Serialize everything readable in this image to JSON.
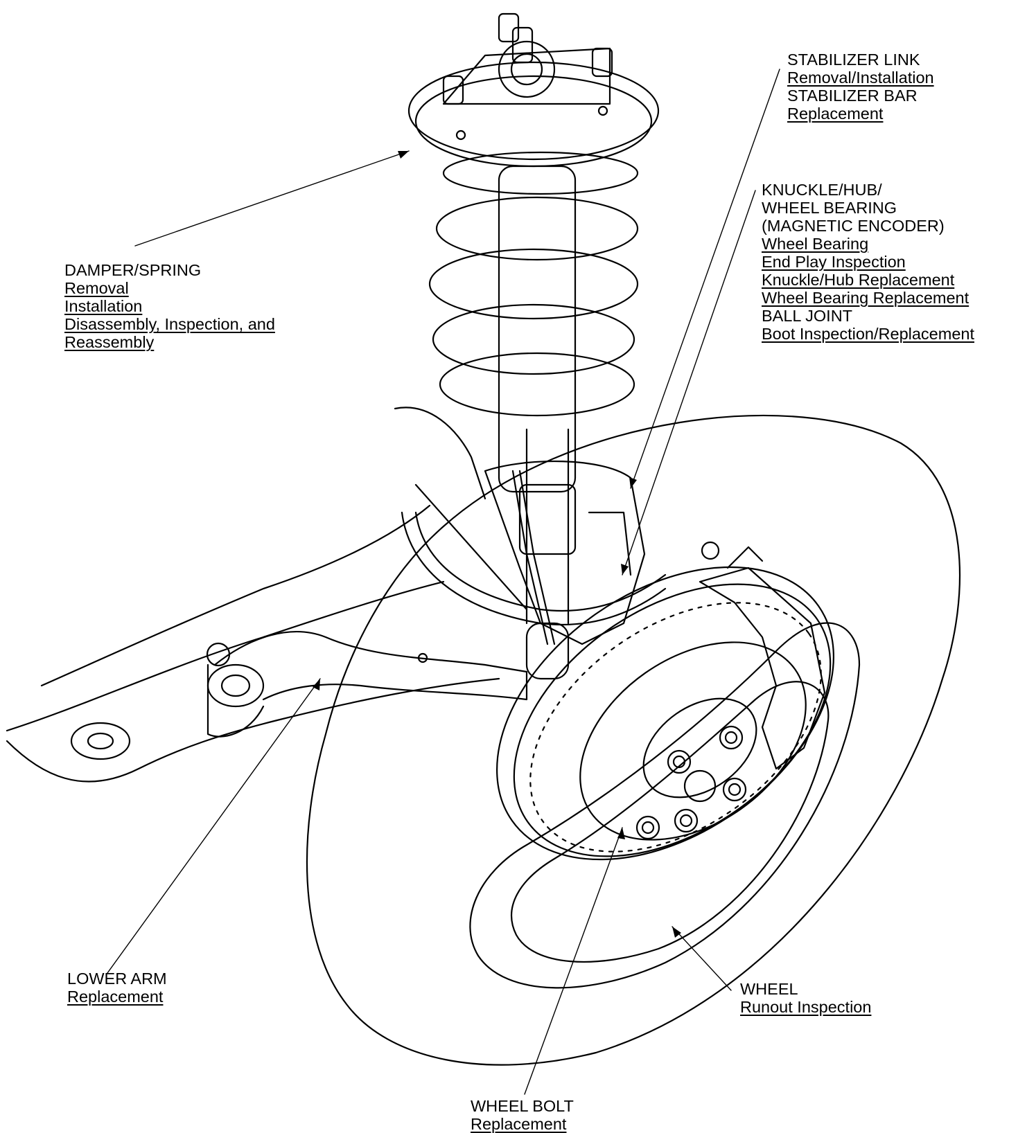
{
  "stabilizer": {
    "heading1": "STABILIZER LINK",
    "link1": "Removal/Installation",
    "heading2": "STABILIZER BAR",
    "link2": "Replacement"
  },
  "knuckle": {
    "heading1": "KNUCKLE/HUB/",
    "heading2": "WHEEL BEARING",
    "heading3": "(MAGNETIC ENCODER)",
    "links": [
      "Wheel Bearing",
      "End Play Inspection",
      "Knuckle/Hub Replacement",
      "Wheel Bearing Replacement"
    ],
    "heading4": "BALL JOINT",
    "link5": "Boot Inspection/Replacement"
  },
  "damper": {
    "heading": "DAMPER/SPRING",
    "links": [
      "Removal",
      "Installation",
      "Disassembly, Inspection, and",
      "Reassembly"
    ]
  },
  "lower_arm": {
    "heading": "LOWER ARM",
    "link": "Replacement"
  },
  "wheel": {
    "heading": "WHEEL",
    "link": "Runout Inspection"
  },
  "wheel_bolt": {
    "heading": "WHEEL BOLT",
    "link": "Replacement"
  }
}
